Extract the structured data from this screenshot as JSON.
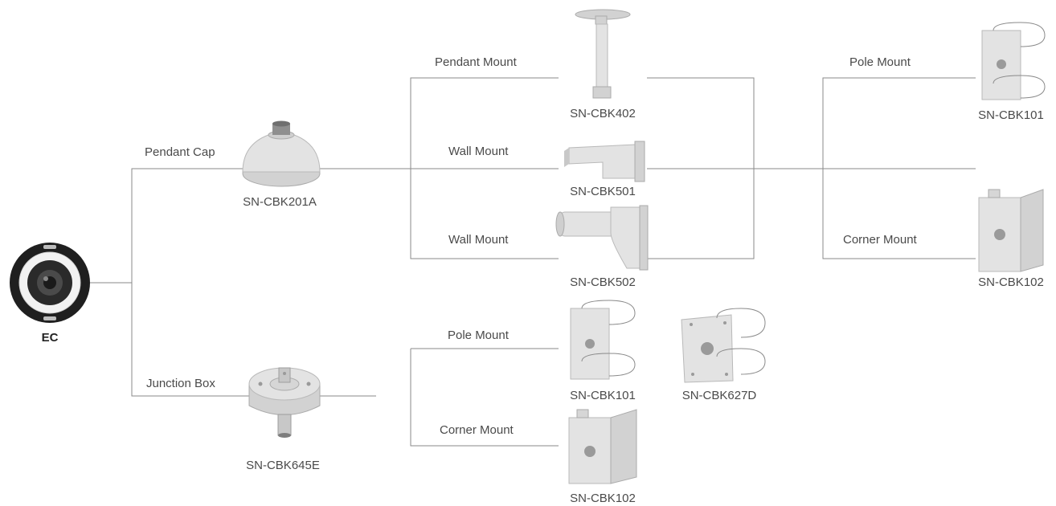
{
  "root": {
    "label": "EC"
  },
  "nodes": {
    "pendant_cap": {
      "label": "SN-CBK201A",
      "edge_label": "Pendant Cap"
    },
    "junction_box": {
      "label": "SN-CBK645E",
      "edge_label": "Junction Box"
    },
    "pendant_mount": {
      "label": "SN-CBK402",
      "edge_label": "Pendant Mount"
    },
    "wall_mount_1": {
      "label": "SN-CBK501",
      "edge_label": "Wall Mount"
    },
    "wall_mount_2": {
      "label": "SN-CBK502",
      "edge_label": "Wall Mount"
    },
    "pole_mount_top": {
      "label": "SN-CBK101",
      "edge_label": "Pole Mount"
    },
    "corner_mount_top": {
      "label": "SN-CBK102",
      "edge_label": "Corner Mount"
    },
    "pole_mount_bottom": {
      "label": "SN-CBK101",
      "edge_label": "Pole Mount"
    },
    "pole_mount_alt": {
      "label": "SN-CBK627D"
    },
    "corner_mount_bottom": {
      "label": "SN-CBK102",
      "edge_label": "Corner Mount"
    }
  }
}
